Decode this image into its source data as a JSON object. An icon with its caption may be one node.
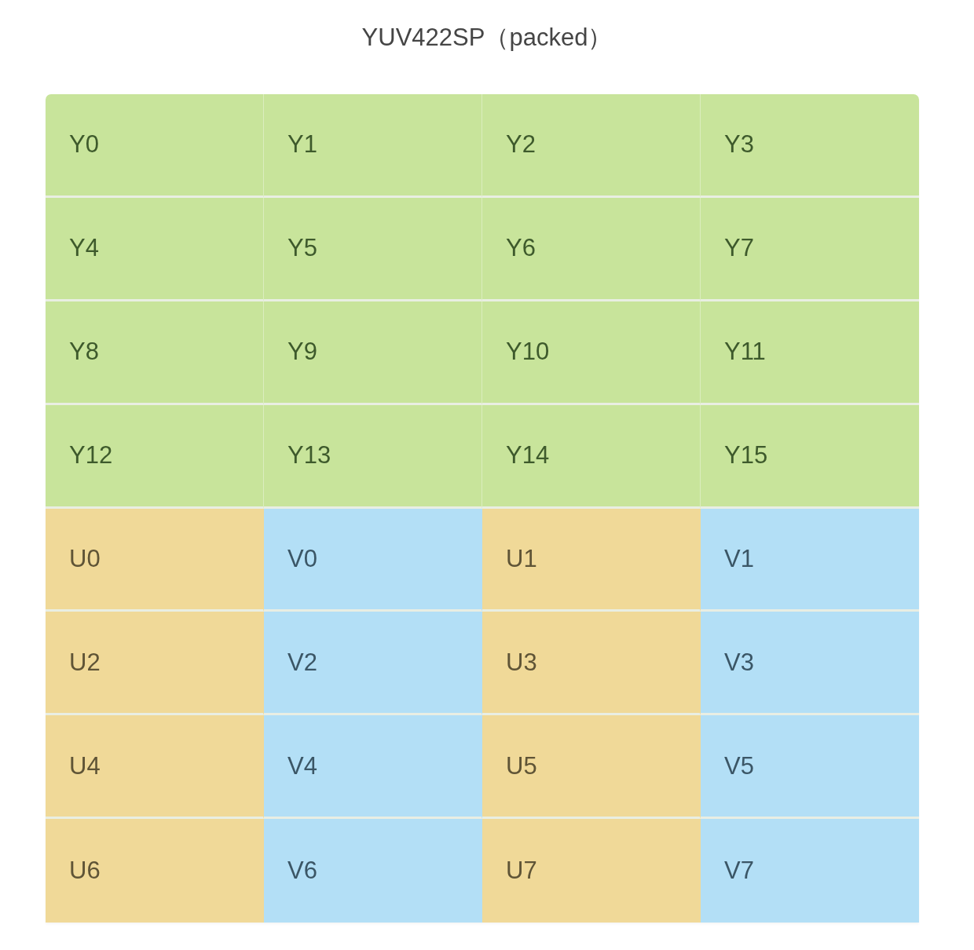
{
  "diagram": {
    "title": "YUV422SP（packed）",
    "nodes": [
      {
        "text": [
          "Y0"
        ]
      },
      {
        "text": [
          "Y1"
        ]
      },
      {
        "text": [
          "Y2"
        ]
      },
      {
        "text": [
          "Y3"
        ]
      },
      {
        "text": [
          "Y4"
        ]
      },
      {
        "text": [
          "Y5"
        ]
      },
      {
        "text": [
          "Y6"
        ]
      },
      {
        "text": [
          "Y7"
        ]
      },
      {
        "text": [
          "Y8"
        ]
      },
      {
        "text": [
          "Y9"
        ]
      },
      {
        "text": [
          "Y10"
        ]
      },
      {
        "text": [
          "Y11"
        ]
      },
      {
        "text": [
          "Y12"
        ]
      },
      {
        "text": [
          "Y13"
        ]
      },
      {
        "text": [
          "Y14"
        ]
      },
      {
        "text": [
          "Y15"
        ]
      },
      {
        "text": [
          "U0"
        ]
      },
      {
        "text": [
          "V0"
        ]
      },
      {
        "text": [
          "U1"
        ]
      },
      {
        "text": [
          "V1"
        ]
      },
      {
        "text": [
          "U2"
        ]
      },
      {
        "text": [
          "V2"
        ]
      },
      {
        "text": [
          "U3"
        ]
      },
      {
        "text": [
          "V3"
        ]
      },
      {
        "text": [
          "U4"
        ]
      },
      {
        "text": [
          "V4"
        ]
      },
      {
        "text": [
          "U5"
        ]
      },
      {
        "text": [
          "V5"
        ]
      },
      {
        "text": [
          "U6"
        ]
      },
      {
        "text": [
          "V6"
        ]
      },
      {
        "text": [
          "U7"
        ]
      },
      {
        "text": [
          "V7"
        ]
      }
    ]
  }
}
